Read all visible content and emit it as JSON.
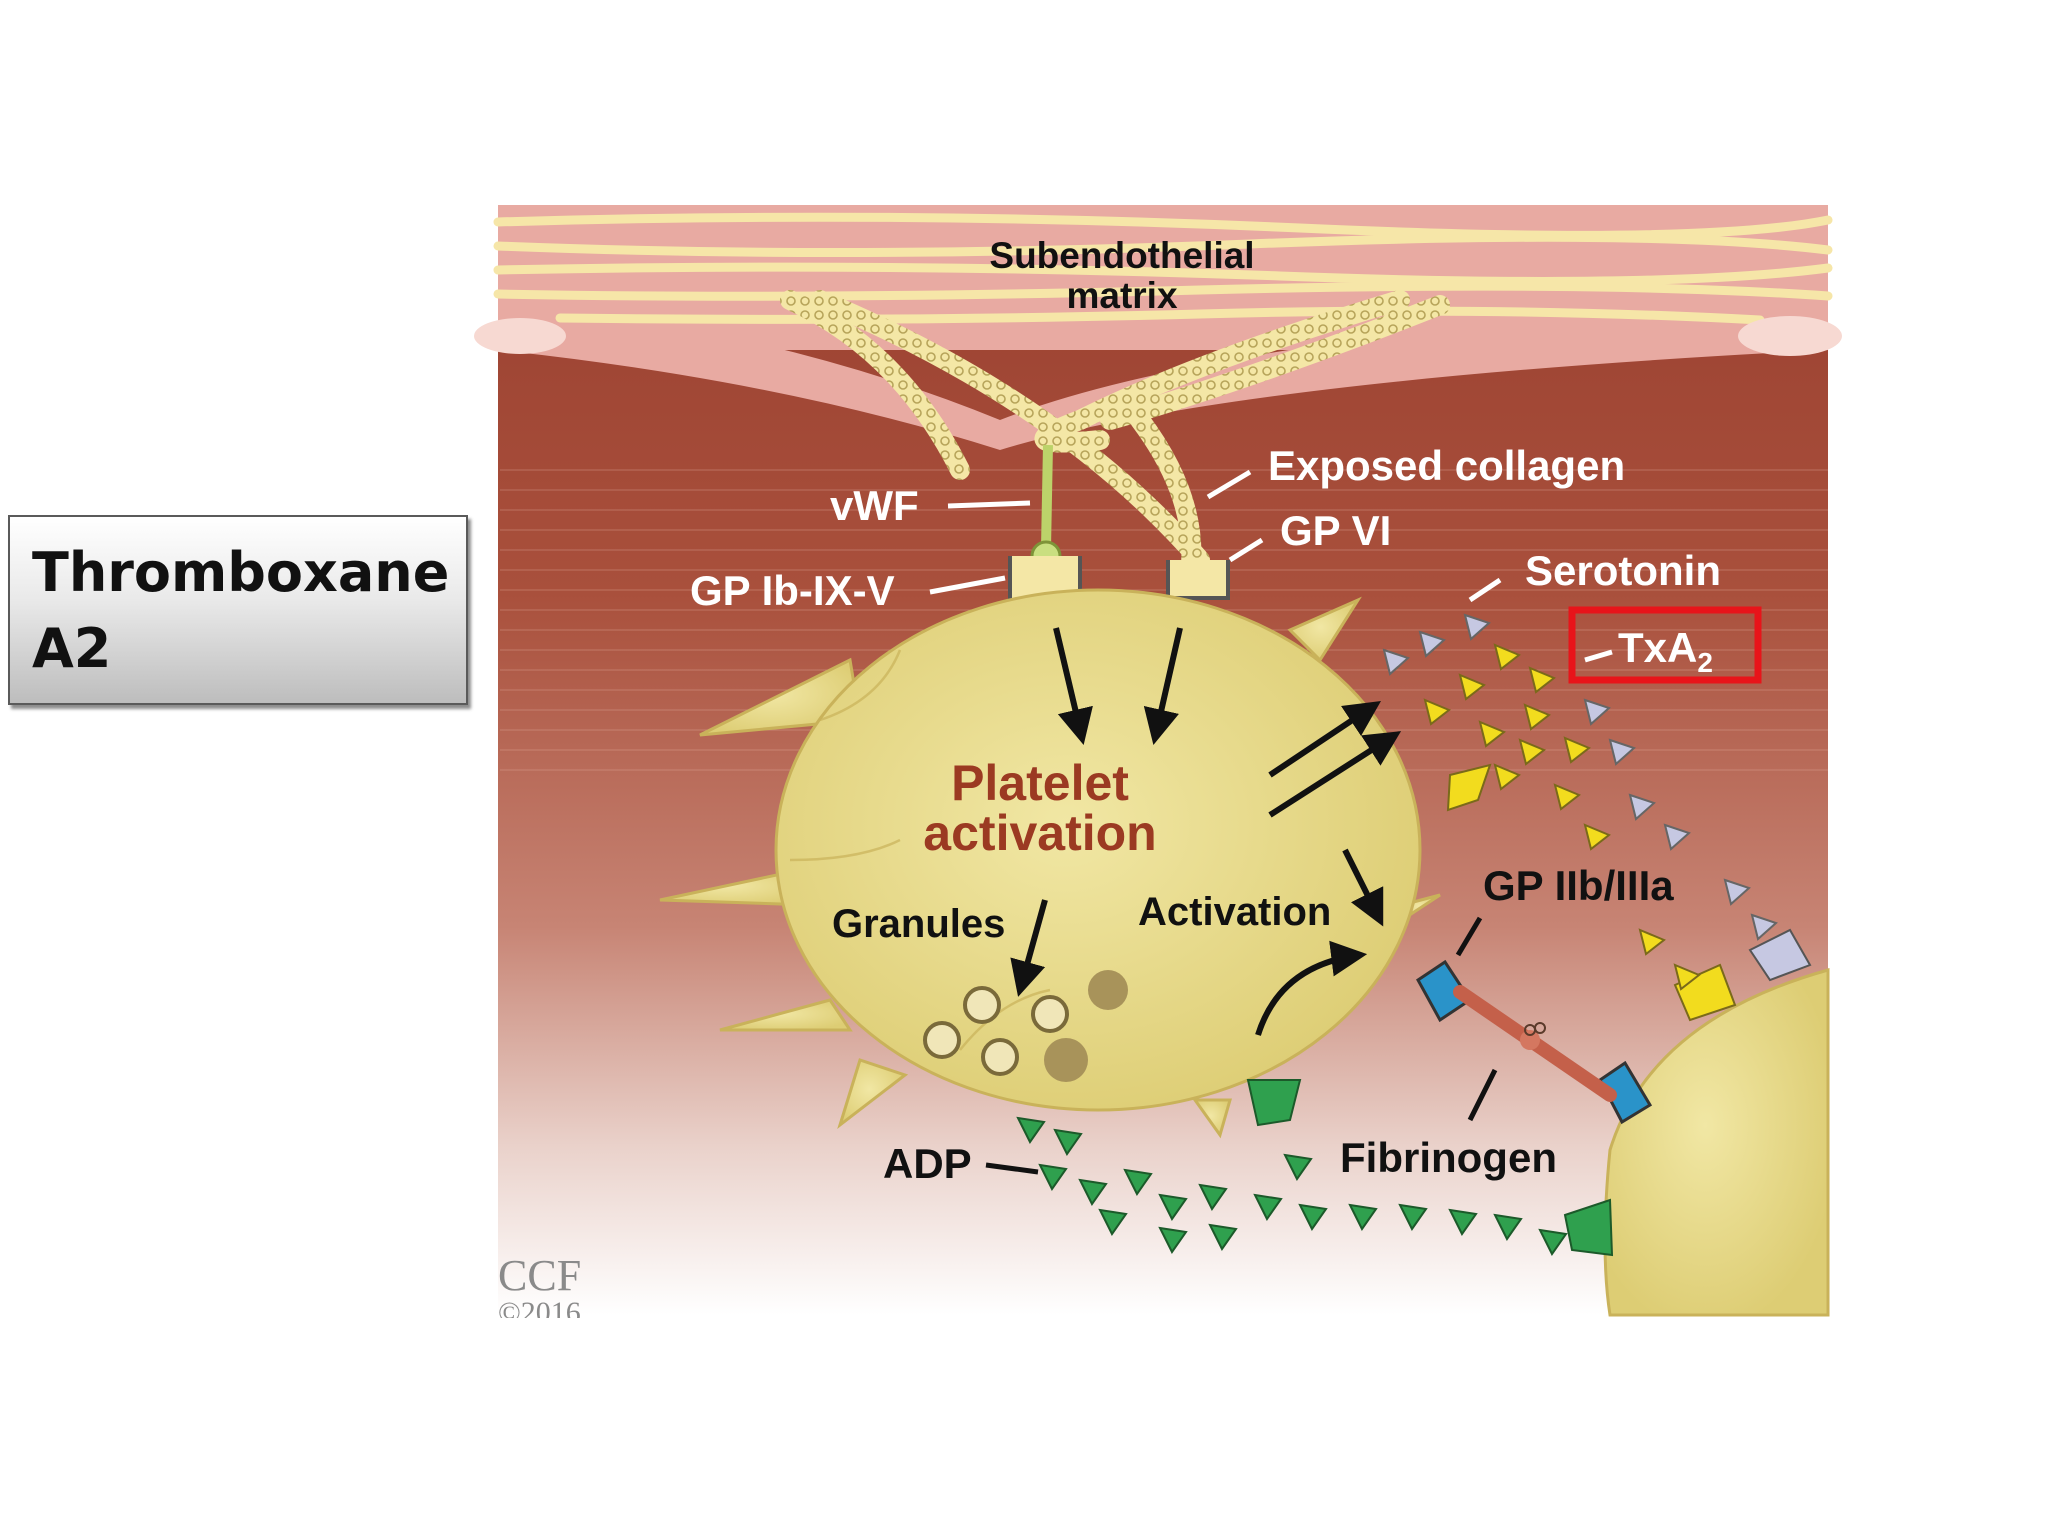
{
  "slide": {
    "title": "Thromboxane\nA2"
  },
  "diagram": {
    "labels": {
      "matrix_line1": "Subendothelial",
      "matrix_line2": "matrix",
      "exposed_collagen": "Exposed collagen",
      "vwf": "vWF",
      "gp_vi": "GP VI",
      "gp_ib": "GP Ib-IX-V",
      "serotonin": "Serotonin",
      "txa2_main": "TxA",
      "txa2_sub": "2",
      "platelet_line1": "Platelet",
      "platelet_line2": "activation",
      "granules": "Granules",
      "activation": "Activation",
      "gp_iib": "GP IIb/IIIa",
      "adp": "ADP",
      "fibrinogen": "Fibrinogen",
      "ccf": "CCF",
      "copyright": "©2016"
    },
    "colors": {
      "vessel": "#a84e3c",
      "matrix_pink": "#e6a8a0",
      "fiber": "#f3e5a0",
      "platelet": "#e9dc8a",
      "platelet_edge": "#c9b25a",
      "label_red": "#9b3a22",
      "highlight": "#e8141a",
      "adp_green": "#2fa04e",
      "txa2_yellow": "#f2dc1e",
      "serotonin_lavender": "#c6c8e2"
    }
  }
}
